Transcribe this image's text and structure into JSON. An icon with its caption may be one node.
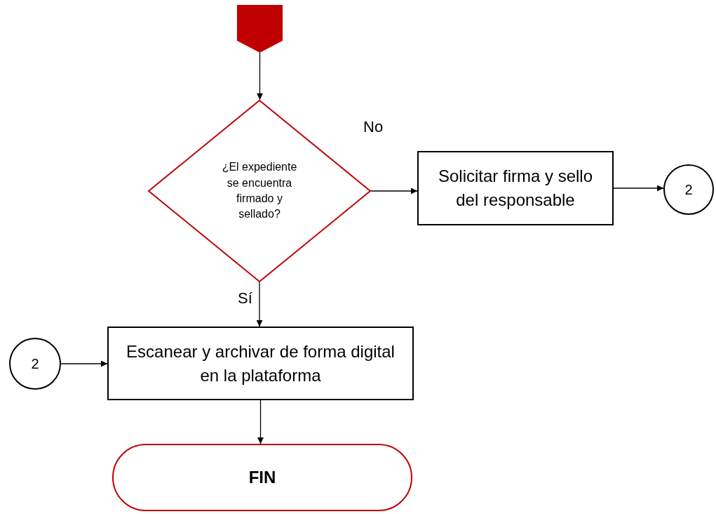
{
  "diagram": {
    "nodes": [
      {
        "text": [],
        "shape": "pentagon"
      },
      {
        "text": [
          "¿El expediente se encuentra firmado y sellado?"
        ]
      },
      {
        "text": [
          "Solicitar firma y sello del responsable"
        ]
      },
      {
        "text": [
          "2"
        ]
      },
      {
        "text": [
          "2"
        ]
      },
      {
        "text": [
          "Escanear y archivar de forma digital en la plataforma"
        ]
      },
      {
        "text": [
          "FIN"
        ]
      }
    ],
    "edges": [
      {
        "from": 0,
        "to": 1,
        "arrow": "to"
      },
      {
        "from": 1,
        "to": 2,
        "arrow": "to",
        "label": "No"
      },
      {
        "from": 2,
        "to": 3,
        "arrow": "to"
      },
      {
        "from": 1,
        "to": 5,
        "arrow": "to",
        "label": "Sí"
      },
      {
        "from": 4,
        "to": 5,
        "arrow": "to"
      },
      {
        "from": 5,
        "to": 6,
        "arrow": "to"
      }
    ]
  }
}
